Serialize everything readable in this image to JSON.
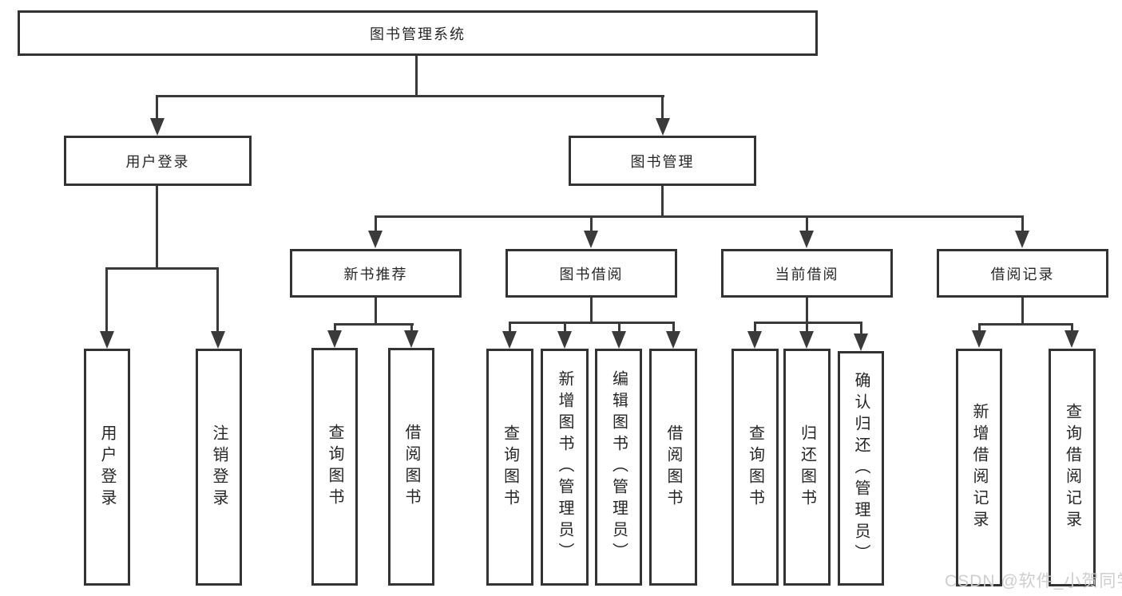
{
  "diagram": {
    "title_node": "图书管理系统",
    "level2": {
      "user_login": "用户登录",
      "book_management": "图书管理"
    },
    "level3": {
      "new_book_recommend": "新书推荐",
      "book_borrow": "图书借阅",
      "current_borrow": "当前借阅",
      "borrow_records": "借阅记录"
    },
    "leaves": {
      "user_login": [
        "用户登录",
        "注销登录"
      ],
      "new_book_recommend": [
        "查询图书",
        "借阅图书"
      ],
      "book_borrow": [
        "查询图书",
        "新增图书（管理员）",
        "编辑图书（管理员）",
        "借阅图书"
      ],
      "current_borrow": [
        "查询图书",
        "归还图书",
        "确认归还（管理员）"
      ],
      "borrow_records": [
        "新增借阅记录",
        "查询借阅记录"
      ]
    }
  },
  "watermark": "CSDN @软件_小贺同学",
  "colors": {
    "line": "#3a3a3a",
    "text": "#262626",
    "watermark": "#cccccc",
    "background": "#ffffff"
  }
}
